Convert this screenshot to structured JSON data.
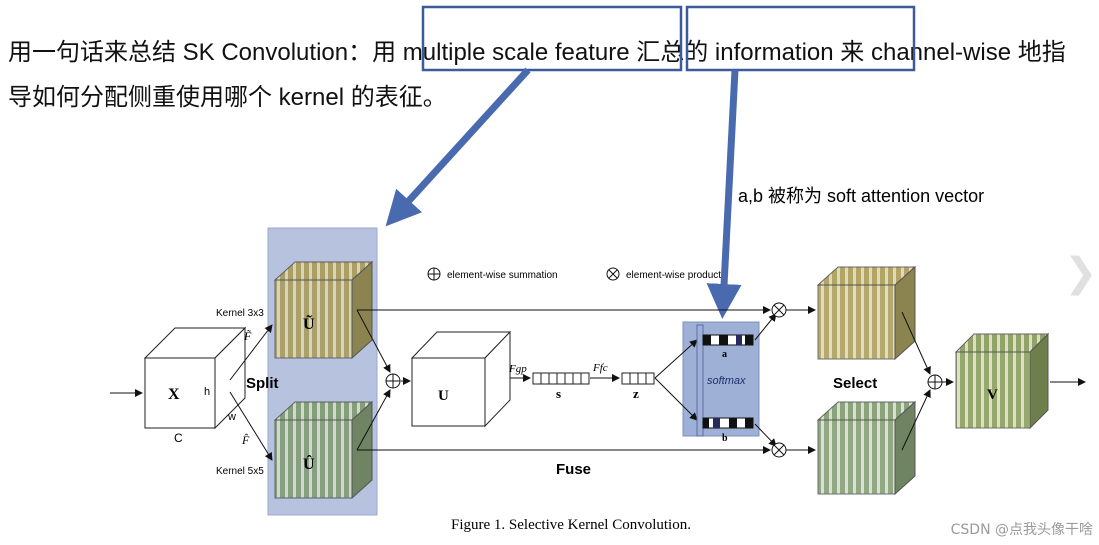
{
  "headline": {
    "p1": "用一句话来总结 SK Convolution：用 ",
    "feature": "multiple scale feature",
    "p2": " 汇总的 ",
    "info": "information",
    "p3": " 来 channel-wise 地指导如何分配侧重使用哪个 kernel 的表征。"
  },
  "annotation": "a,b 被称为 soft attention vector",
  "legend": {
    "sum": "element-wise summation",
    "product": "element-wise product"
  },
  "diagram": {
    "kernel3": "Kernel 3x3",
    "kernel5": "Kernel 5x5",
    "f_tilde": "F̃",
    "f_hat": "F̂",
    "x": "X",
    "h": "h",
    "w": "w",
    "c": "C",
    "split": "Split",
    "u_tilde": "Ũ",
    "u_hat": "Û",
    "u": "U",
    "f_gp": "Fgp",
    "f_fc": "Ffc",
    "s": "s",
    "z": "z",
    "softmax": "softmax",
    "a": "a",
    "b": "b",
    "select": "Select",
    "fuse": "Fuse",
    "v": "V"
  },
  "caption": "Figure 1. Selective Kernel Convolution.",
  "watermark": "CSDN @点我头像干啥",
  "colors": {
    "highlight_box": "#3d5a99",
    "blue_arrow": "#4a6aaf",
    "split_panel": "#b7c2de",
    "select_panel": "#9fb0d6"
  }
}
